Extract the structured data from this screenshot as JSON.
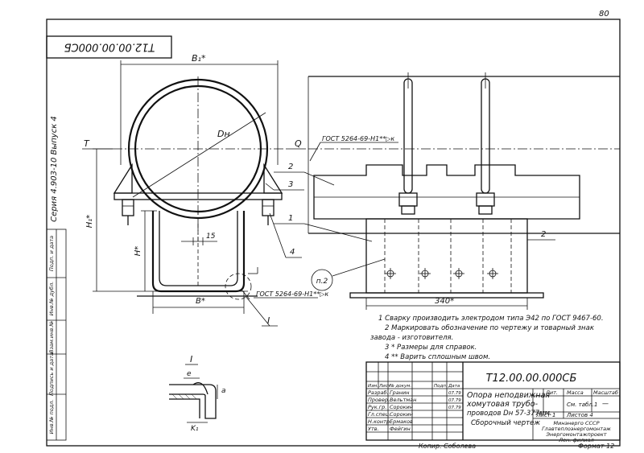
{
  "page_number": "80",
  "doc_code_rotated": "Т12.00.00.000СБ",
  "series_label": "Серия 4.903-10  Выпуск 4",
  "dimensions": {
    "b1": "В₁*",
    "dn": "Dн",
    "h1": "H₁*",
    "h": "H*",
    "b": "В*",
    "w15": "15",
    "w340": "340*",
    "t": "Т",
    "q": "Q"
  },
  "gost_upper": "ГОСТ 5264-69-Н1**▷к",
  "gost_lower": "ГОСТ 5264-69-Н1**▷к",
  "callouts": [
    "1",
    "2",
    "3",
    "4",
    "2"
  ],
  "note_ref": "п.2",
  "section_mark": "I",
  "detail": {
    "title": "I",
    "e": "e",
    "a": "a",
    "k1": "K₁"
  },
  "notes": [
    "1 Сварку производить электродом типа Э42 по ГОСТ 9467-60.",
    "2 Маркировать обозначение по чертежу и товарный знак",
    "завода - изготовителя.",
    "3 * Размеры для справок.",
    "4 ** Варить сплошным швом."
  ],
  "left_strip": [
    "Инв.№ подл.",
    "Подпись и дата",
    "Взам.инв.№",
    "Инв.№ дубл.",
    "Подп. и дата"
  ],
  "title_block": {
    "code": "Т12.00.00.000СБ",
    "name_lines": [
      "Опора неподвижная",
      "хомутовая трубо-",
      "проводов Dн 57-377мм.",
      "Сборочный чертеж"
    ],
    "lit_header": "Лит.",
    "mass_header": "Масса",
    "scale_header": "Масштаб",
    "mass_value": "См. табл.1",
    "scale_value": "—",
    "sheet_label": "Лист 1",
    "sheets_label": "Листов 4",
    "org_lines": [
      "Минэнерго СССР",
      "Главтеплоэнергомонтаж",
      "Энергомонтажпроект",
      "Лен. филиал"
    ],
    "header_cols": [
      "Изм.",
      "Лист",
      "№ докум.",
      "Подп.",
      "Дата"
    ],
    "rows": [
      {
        "role": "Разраб.",
        "name": "Гранин",
        "date": "07.79"
      },
      {
        "role": "Провер.",
        "name": "Вельтман",
        "date": "07.79"
      },
      {
        "role": "Рук.гр.",
        "name": "Сорокин",
        "date": "07.79"
      },
      {
        "role": "Гл.спец.",
        "name": "Сорокин",
        "date": ""
      },
      {
        "role": "Н.контр.",
        "name": "Ермаков",
        "date": ""
      },
      {
        "role": "Утв.",
        "name": "Фейгин",
        "date": ""
      }
    ]
  },
  "copied_by": "Копир. Соболева",
  "format_label": "Формат 12"
}
